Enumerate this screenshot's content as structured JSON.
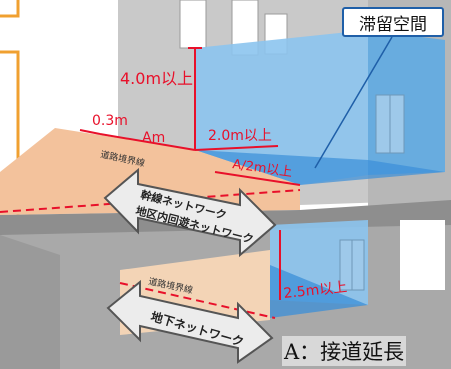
{
  "labels": {
    "retention_space": "滞留空間",
    "height_4m": "4.0m以上",
    "width_03m": "0.3m",
    "width_a": "Am",
    "width_2m": "2.0m以上",
    "width_a_half": "A/2m以上",
    "road_boundary_upper": "道路境界線",
    "road_boundary_lower": "道路境界線",
    "trunk_network_line1": "幹線ネットワーク",
    "trunk_network_line2": "地区内回遊ネットワーク",
    "underground_network": "地下ネットワーク",
    "height_25m": "2.5m以上",
    "legend": "A：接道延長"
  },
  "colors": {
    "accent_red": "#e8102a",
    "orange_frame": "#f0a030",
    "blue_space": "#4da6e8",
    "callout_border": "#1f5fa8"
  }
}
